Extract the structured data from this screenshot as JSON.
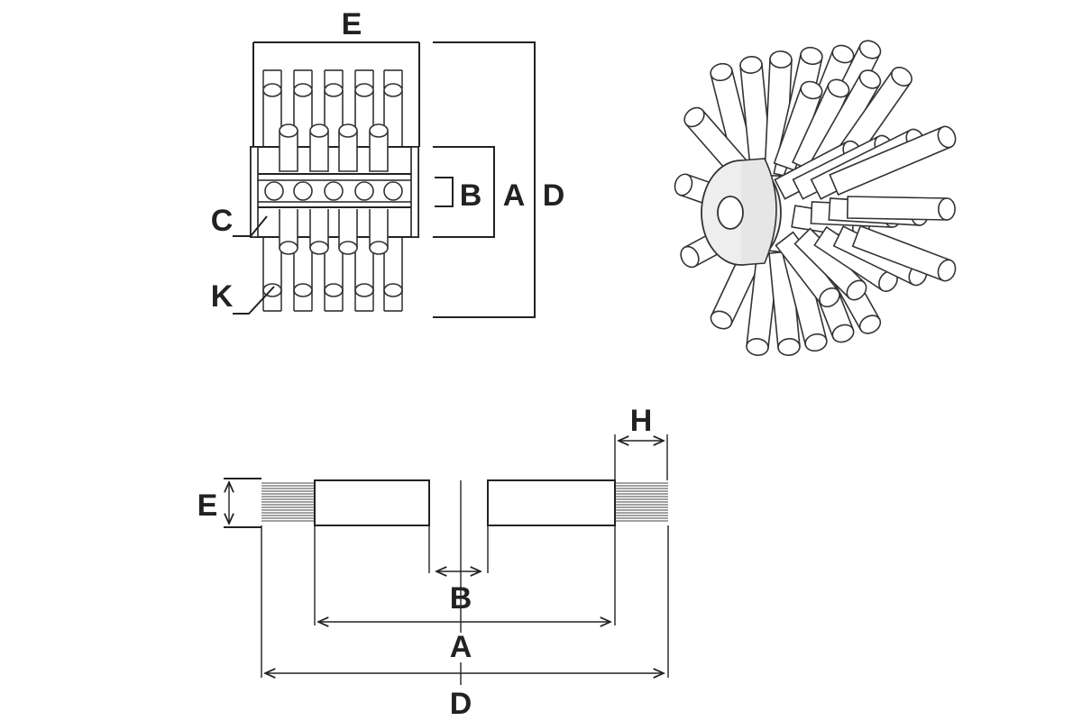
{
  "front_view": {
    "labels": {
      "e": "E",
      "b": "B",
      "a": "A",
      "d": "D",
      "c": "C",
      "k": "K"
    }
  },
  "bottom_view": {
    "labels": {
      "h": "H",
      "e": "E",
      "b": "B",
      "a": "A",
      "d": "D"
    }
  }
}
